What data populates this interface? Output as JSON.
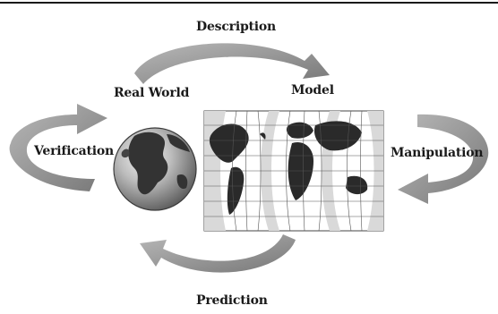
{
  "labels": {
    "description": "Description",
    "real_world": "Real World",
    "model": "Model",
    "verification": "Verification",
    "manipulation": "Manipulation",
    "prediction": "Prediction"
  },
  "colors": {
    "arrow": "#8c8c8c",
    "globe_ocean": "#9a9a9a",
    "globe_land": "#333333",
    "map_land": "#2a2a2a",
    "map_ocean": "#ffffff",
    "map_background": "#e8e8e8"
  }
}
